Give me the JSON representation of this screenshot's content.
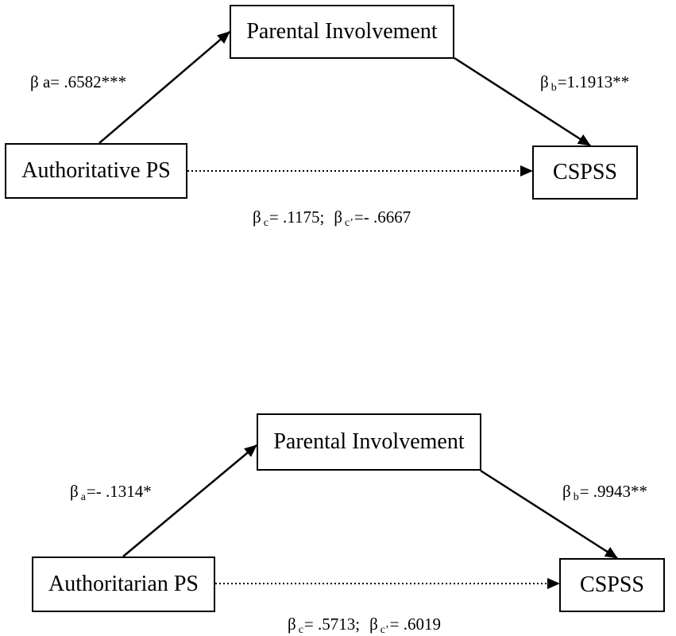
{
  "colors": {
    "line": "#000000",
    "box_border": "#000000",
    "background": "#ffffff"
  },
  "panels": [
    {
      "predictor": "Authoritative PS",
      "mediator": "Parental Involvement",
      "outcome": "CSPSS",
      "beta_symbol": "β",
      "path_a": {
        "sub": "",
        "value": "a= .6582***"
      },
      "path_b": {
        "sub": "b",
        "value": "=1.1913**"
      },
      "path_c": {
        "sub": "c",
        "value": "= .1175;"
      },
      "path_c_prime": {
        "sub": "c’",
        "value": "=- .6667"
      }
    },
    {
      "predictor": "Authoritarian PS",
      "mediator": "Parental Involvement",
      "outcome": "CSPSS",
      "beta_symbol": "β",
      "path_a": {
        "sub": "a",
        "value": "=- .1314*"
      },
      "path_b": {
        "sub": "b",
        "value": "= .9943**"
      },
      "path_c": {
        "sub": "c",
        "value": "= .5713;"
      },
      "path_c_prime": {
        "sub": "c’",
        "value": "= .6019"
      }
    }
  ]
}
